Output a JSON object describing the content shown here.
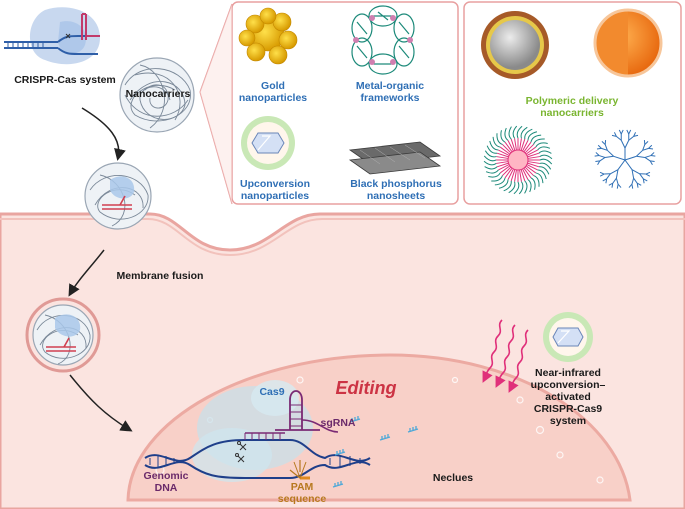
{
  "labels": {
    "crispr_system": "CRISPR-Cas system",
    "nanocarriers": "Nanocarriers",
    "gold": "Gold\nnanoparticles",
    "mof": "Metal-organic\nframeworks",
    "upconversion": "Upconversion\nnanoparticles",
    "black_phosphorus": "Black phosphorus\nnanosheets",
    "polymeric": "Polymeric delivery\nnanocarriers",
    "membrane_fusion": "Membrane fusion",
    "editing": "Editing",
    "cas9": "Cas9",
    "sgrna": "sgRNA",
    "genomic_dna": "Genomic\nDNA",
    "pam": "PAM\nsequence",
    "nucleus": "Neclues",
    "nir_system": "Near-infrared\nupconversion–activated\nCRISPR-Cas9\nsystem"
  },
  "colors": {
    "blue_text": "#2f6fb5",
    "green_text": "#7ab530",
    "editing_red": "#cc3344",
    "cell_fill": "#fbe4e0",
    "nucleus_fill": "#f8d0c8",
    "panel_border": "#e8a0a0",
    "nir_arrows": "#e0307a"
  }
}
